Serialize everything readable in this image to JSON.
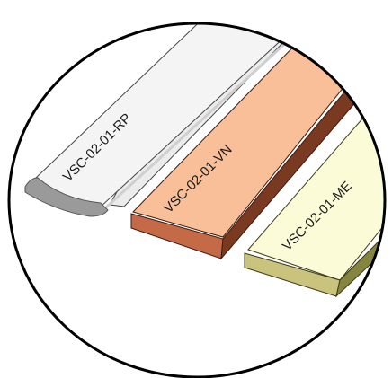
{
  "parts": [
    {
      "label": "VSC-02-01-RP",
      "finish": "white",
      "colors": {
        "top": "#f4f4f4",
        "front": "#9a9a9a",
        "side": "#c9c9c9",
        "edge": "#555555"
      }
    },
    {
      "label": "VSC-02-01-VN",
      "finish": "copper",
      "colors": {
        "top": "#f8bf99",
        "front": "#c46a47",
        "side": "#7a3a22",
        "edge": "#3a1a0f"
      }
    },
    {
      "label": "VSC-02-01-ME",
      "finish": "cream",
      "colors": {
        "top": "#fbfbd8",
        "front": "#c9c37d",
        "side": "#85853f",
        "edge": "#3c3c1c"
      }
    }
  ],
  "frame": {
    "stroke": "#000000"
  }
}
